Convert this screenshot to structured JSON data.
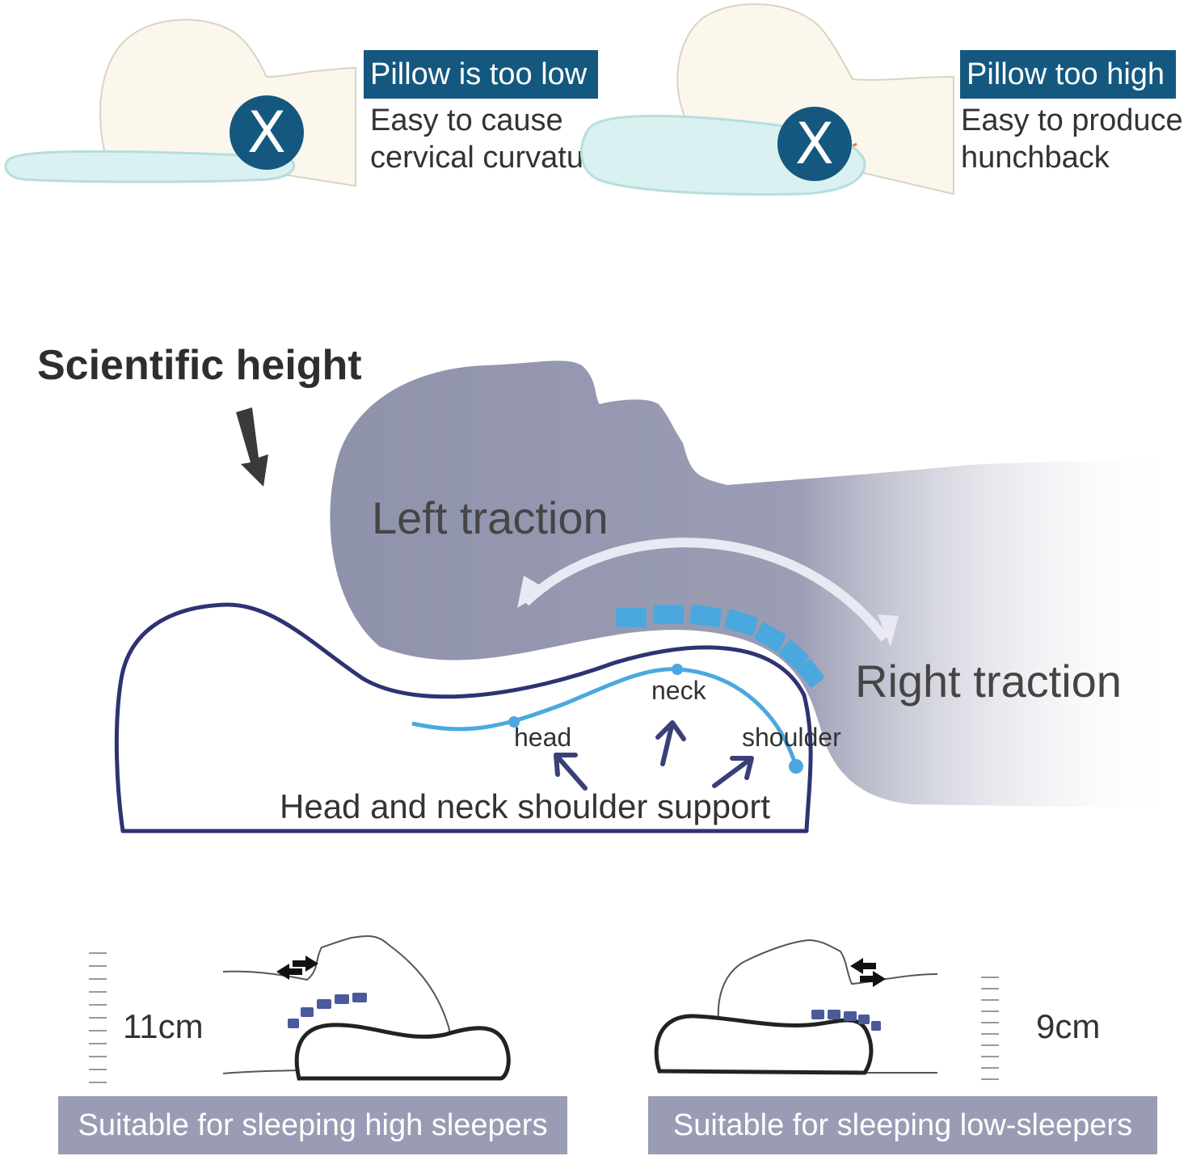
{
  "top_panels": [
    {
      "tag": "Pillow is too low",
      "desc_line1": "Easy to cause",
      "desc_line2": "cervical curvature",
      "mark": "X"
    },
    {
      "tag": "Pillow too high",
      "desc_line1": "Easy to produce",
      "desc_line2": "hunchback",
      "mark": "X"
    }
  ],
  "main": {
    "title": "Scientific height",
    "left_traction": "Left traction",
    "right_traction": "Right traction",
    "labels": {
      "neck": "neck",
      "head": "head",
      "shoulder": "shoulder"
    },
    "support": "Head and neck shoulder support"
  },
  "bottom_panels": [
    {
      "height": "11cm",
      "banner": "Suitable for sleeping high sleepers"
    },
    {
      "height": "9cm",
      "banner": "Suitable for sleeping low-sleepers"
    }
  ],
  "colors": {
    "tag_bg": "#14587f",
    "x_circle": "#14587f",
    "silhouette": "#8f92ab",
    "pillow_outline": "#2e3372",
    "spine_blue": "#4aa8de",
    "banner_bg": "#9a9cb5"
  },
  "icons": [
    "x-mark-icon",
    "down-arrow-icon",
    "curved-arrow-icon",
    "support-arrow-icon",
    "double-arrow-icon",
    "ruler-icon"
  ]
}
